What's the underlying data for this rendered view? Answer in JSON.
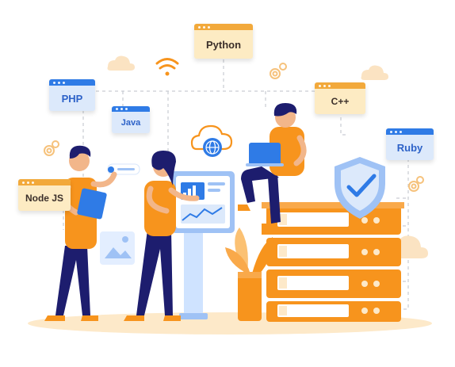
{
  "languages": {
    "python": "Python",
    "php": "PHP",
    "java": "Java",
    "cpp": "C++",
    "ruby": "Ruby",
    "nodejs": "Node JS"
  },
  "colors": {
    "orange": "#f7941d",
    "navy": "#1d1d6e",
    "blue": "#2f7be6",
    "light_blue": "#cfe3ff",
    "server_orange": "#f7941d",
    "ground": "#fde9c9"
  },
  "icons": [
    "wifi-icon",
    "globe-cloud-icon",
    "shield-check-icon",
    "gear-icon",
    "cloud-icon",
    "image-icon",
    "plant-icon"
  ]
}
